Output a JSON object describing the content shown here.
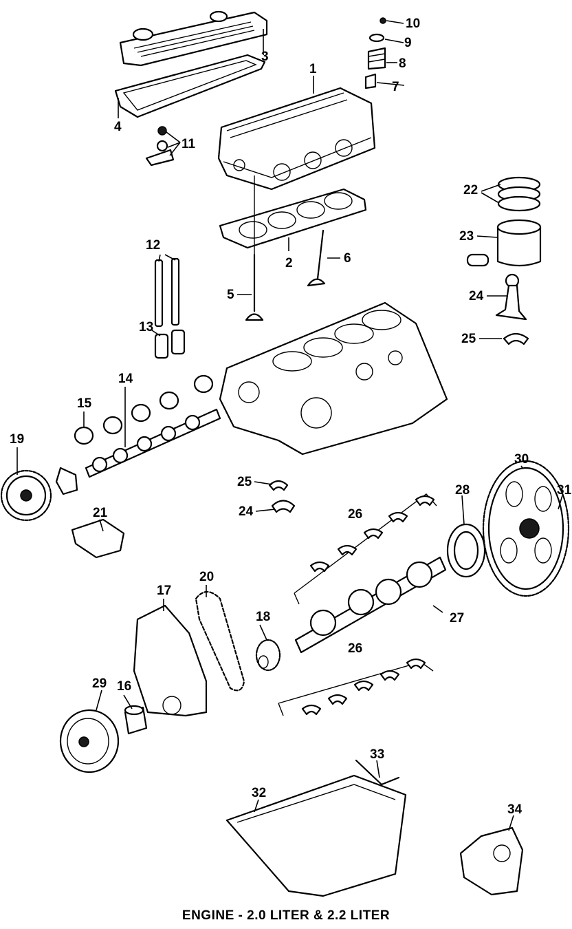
{
  "caption": "ENGINE - 2.0 LITER & 2.2 LITER",
  "callouts": [
    {
      "id": "p1",
      "label": "1"
    },
    {
      "id": "p2",
      "label": "2"
    },
    {
      "id": "p3",
      "label": "3"
    },
    {
      "id": "p4",
      "label": "4"
    },
    {
      "id": "p5",
      "label": "5"
    },
    {
      "id": "p6",
      "label": "6"
    },
    {
      "id": "p7",
      "label": "7"
    },
    {
      "id": "p8",
      "label": "8"
    },
    {
      "id": "p9",
      "label": "9"
    },
    {
      "id": "p10",
      "label": "10"
    },
    {
      "id": "p11",
      "label": "11"
    },
    {
      "id": "p12",
      "label": "12"
    },
    {
      "id": "p13",
      "label": "13"
    },
    {
      "id": "p14",
      "label": "14"
    },
    {
      "id": "p15",
      "label": "15"
    },
    {
      "id": "p16",
      "label": "16"
    },
    {
      "id": "p17",
      "label": "17"
    },
    {
      "id": "p18",
      "label": "18"
    },
    {
      "id": "p19",
      "label": "19"
    },
    {
      "id": "p20",
      "label": "20"
    },
    {
      "id": "p21",
      "label": "21"
    },
    {
      "id": "p22",
      "label": "22"
    },
    {
      "id": "p23",
      "label": "23"
    },
    {
      "id": "p24a",
      "label": "24"
    },
    {
      "id": "p24b",
      "label": "24"
    },
    {
      "id": "p25a",
      "label": "25"
    },
    {
      "id": "p25b",
      "label": "25"
    },
    {
      "id": "p26a",
      "label": "26"
    },
    {
      "id": "p26b",
      "label": "26"
    },
    {
      "id": "p27",
      "label": "27"
    },
    {
      "id": "p28",
      "label": "28"
    },
    {
      "id": "p29",
      "label": "29"
    },
    {
      "id": "p30",
      "label": "30"
    },
    {
      "id": "p31",
      "label": "31"
    },
    {
      "id": "p32",
      "label": "32"
    },
    {
      "id": "p33",
      "label": "33"
    },
    {
      "id": "p34",
      "label": "34"
    }
  ]
}
